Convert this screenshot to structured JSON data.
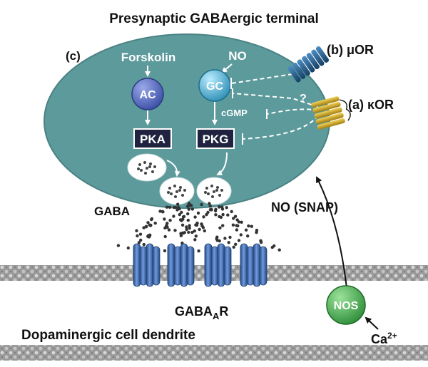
{
  "title": "Presynaptic GABAergic terminal",
  "panel_c": "(c)",
  "forskolin": "Forskolin",
  "no_top": "NO",
  "ac": "AC",
  "gc": "GC",
  "cgmp": "cGMP",
  "pka": "PKA",
  "pkg": "PKG",
  "question": "?",
  "mu_or": "(b) μOR",
  "kappa_or": "(a)  κOR",
  "gaba": "GABA",
  "gabaar_main": "GABA",
  "gabaar_sub": "A",
  "gabaar_end": "R",
  "no_snap": "NO (SNAP)",
  "nos": "NOS",
  "ca": "Ca",
  "ca_sup": "2+",
  "dendrite": "Dopaminergic cell dendrite",
  "colors": {
    "terminal": "#5d9a9b",
    "circle_blue": "#3a4fa6",
    "gc_teal": "#2f8fb5",
    "kinase_box": "#1f2340",
    "nos_green": "#2f8f3a",
    "receptor_blue": "#3f6fb3",
    "kappa_gold": "#c9a21e",
    "mu_blue": "#1f5f8f"
  },
  "icons": [
    "mu-opioid-receptor-icon",
    "kappa-opioid-receptor-icon",
    "gabaa-receptor-icon",
    "membrane-icon",
    "vesicle-icon"
  ]
}
